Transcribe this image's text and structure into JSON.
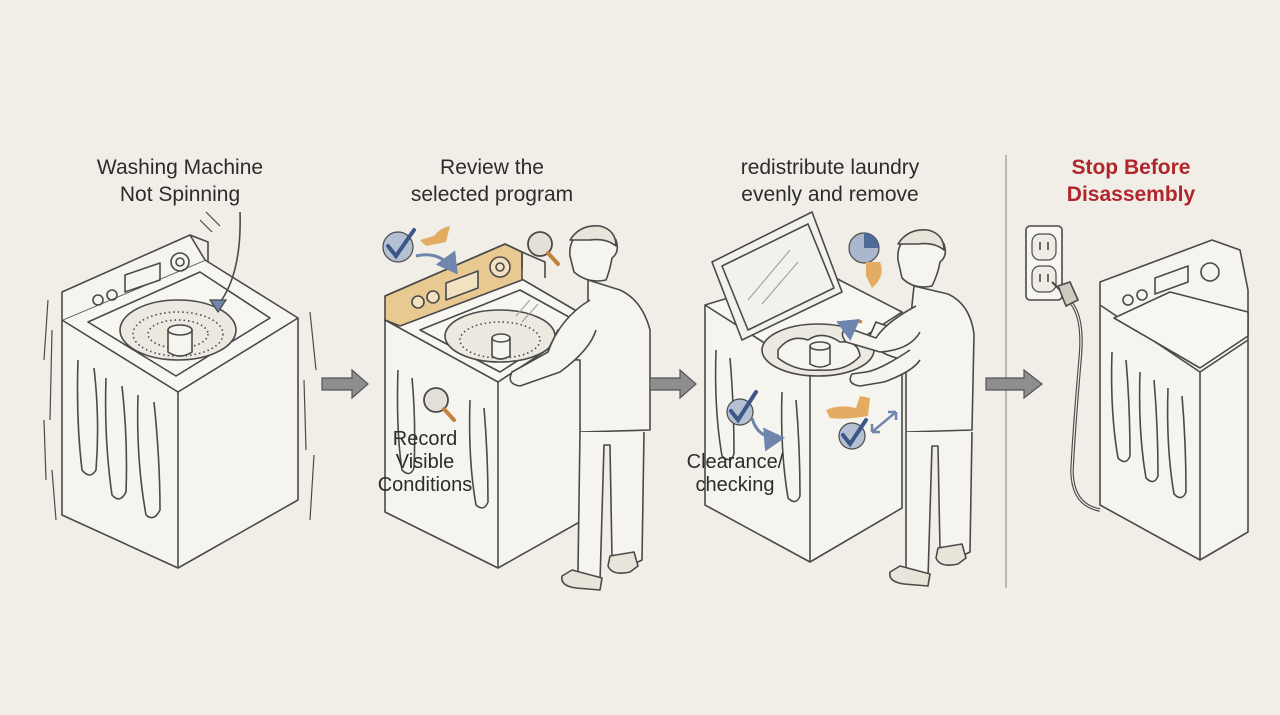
{
  "steps": [
    {
      "title_lines": [
        "Washing Machine",
        "Not Spinning"
      ]
    },
    {
      "title_lines": [
        "Review the",
        "selected program"
      ],
      "label_lines": [
        "Record",
        "Visible",
        "Conditions"
      ]
    },
    {
      "title_lines": [
        "redistribute laundry",
        "evenly and remove"
      ],
      "label_lines": [
        "Clearance/",
        "checking"
      ]
    },
    {
      "title_lines": [
        "Stop Before",
        "Disassembly"
      ]
    }
  ],
  "colors": {
    "background": "#f1eee7",
    "ink": "#4a4a4a",
    "accent_blue": "#6e86ad",
    "accent_orange": "#e2ad63",
    "warning_red": "#b0262c"
  },
  "icons": [
    "check-icon",
    "magnifier-icon",
    "arrow-right-icon",
    "pie-chart-icon",
    "power-outlet-icon",
    "plug-icon",
    "double-arrow-icon"
  ]
}
